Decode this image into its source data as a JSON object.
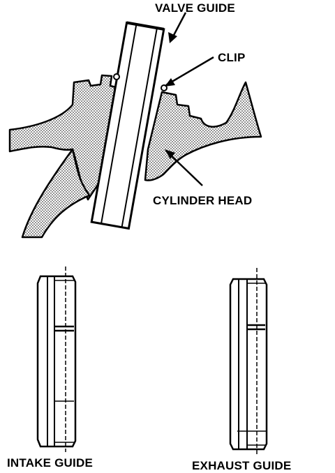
{
  "labels": {
    "valve_guide": "VALVE GUIDE",
    "clip": "CLIP",
    "cylinder_head": "CYLINDER HEAD",
    "intake_guide": "INTAKE GUIDE",
    "exhaust_guide": "EXHAUST GUIDE"
  },
  "colors": {
    "ink": "#000000",
    "paper": "#ffffff"
  }
}
